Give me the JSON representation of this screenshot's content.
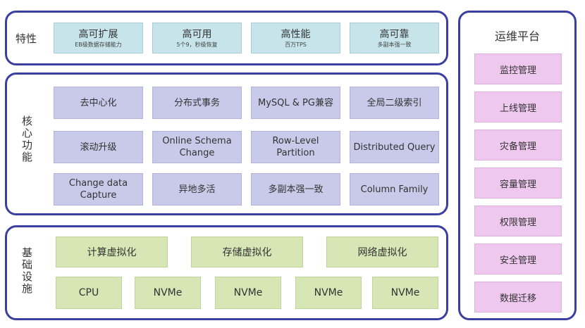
{
  "features": {
    "label": "特性",
    "items": [
      {
        "title": "高可扩展",
        "sub": "EB级数据存储能力"
      },
      {
        "title": "高可用",
        "sub": "5个9，秒级恢复"
      },
      {
        "title": "高性能",
        "sub": "百万TPS"
      },
      {
        "title": "高可靠",
        "sub": "多副本强一致"
      }
    ]
  },
  "core": {
    "label": "核心功能",
    "items": [
      "去中心化",
      "分布式事务",
      "MySQL & PG兼容",
      "全局二级索引",
      "滚动升级",
      "Online Schema Change",
      "Row-Level Partition",
      "Distributed Query",
      "Change data Capture",
      "异地多活",
      "多副本强一致",
      "Column Family"
    ]
  },
  "infra": {
    "label": "基础设施",
    "virtualization": [
      "计算虚拟化",
      "存储虚拟化",
      "网络虚拟化"
    ],
    "hardware": [
      "CPU",
      "NVMe",
      "NVMe",
      "NVMe",
      "NVMe"
    ]
  },
  "ops": {
    "title": "运维平台",
    "items": [
      "监控管理",
      "上线管理",
      "灾备管理",
      "容量管理",
      "权限管理",
      "安全管理",
      "数据迁移"
    ]
  }
}
